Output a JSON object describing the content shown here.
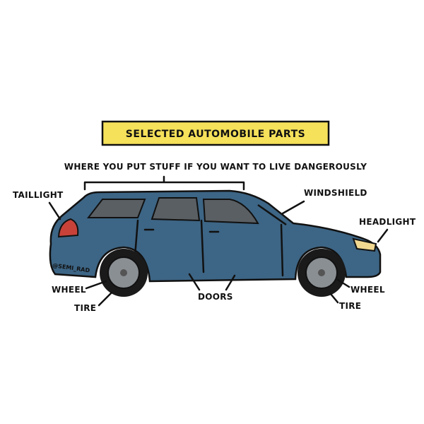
{
  "title": "SELECTED AUTOMOBILE PARTS",
  "subtitle": "WHERE YOU PUT STUFF IF YOU WANT TO LIVE DANGEROUSLY",
  "labels": {
    "taillight": "TAILLIGHT",
    "windshield": "WINDSHIELD",
    "headlight": "HEADLIGHT",
    "wheel_rear": "WHEEL",
    "tire_rear": "TIRE",
    "doors": "DOORS",
    "wheel_front": "WHEEL",
    "tire_front": "TIRE"
  },
  "watermark": "@SEMI_RAD",
  "colors": {
    "title_box": "#f5e15a",
    "car_body": "#3d6585",
    "window": "#5a5f63",
    "taillight": "#c8423a",
    "headlight": "#f0d890",
    "tire": "#1a1a1a",
    "rim": "#8a8f94"
  }
}
